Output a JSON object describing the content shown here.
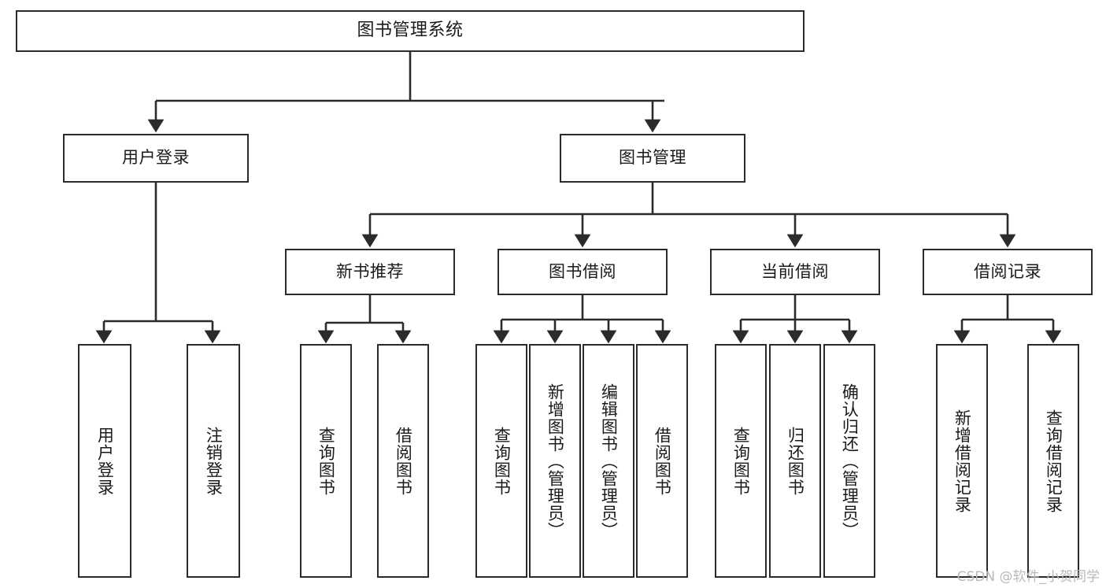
{
  "diagram": {
    "title": "图书管理系统",
    "watermark": "CSDN @软件_小贺同学",
    "colors": {
      "border": "#2b2b2b",
      "background": "#ffffff",
      "text": "#1a1a1a",
      "watermark": "#b9b9b9"
    },
    "levels": {
      "root": {
        "label": "图书管理系统"
      },
      "level2": [
        {
          "label": "用户登录"
        },
        {
          "label": "图书管理"
        }
      ],
      "level3": [
        {
          "label": "新书推荐"
        },
        {
          "label": "图书借阅"
        },
        {
          "label": "当前借阅"
        },
        {
          "label": "借阅记录"
        }
      ],
      "level4": {
        "user_login": [
          {
            "label": "用户登录"
          },
          {
            "label": "注销登录"
          }
        ],
        "new_book": [
          {
            "label": "查询图书"
          },
          {
            "label": "借阅图书"
          }
        ],
        "borrow_book": [
          {
            "label": "查询图书"
          },
          {
            "label": "新增图书（管理员）"
          },
          {
            "label": "编辑图书（管理员）"
          },
          {
            "label": "借阅图书"
          }
        ],
        "current_borrow": [
          {
            "label": "查询图书"
          },
          {
            "label": "归还图书"
          },
          {
            "label": "确认归还（管理员）"
          }
        ],
        "borrow_record": [
          {
            "label": "新增借阅记录"
          },
          {
            "label": "查询借阅记录"
          }
        ]
      }
    }
  }
}
